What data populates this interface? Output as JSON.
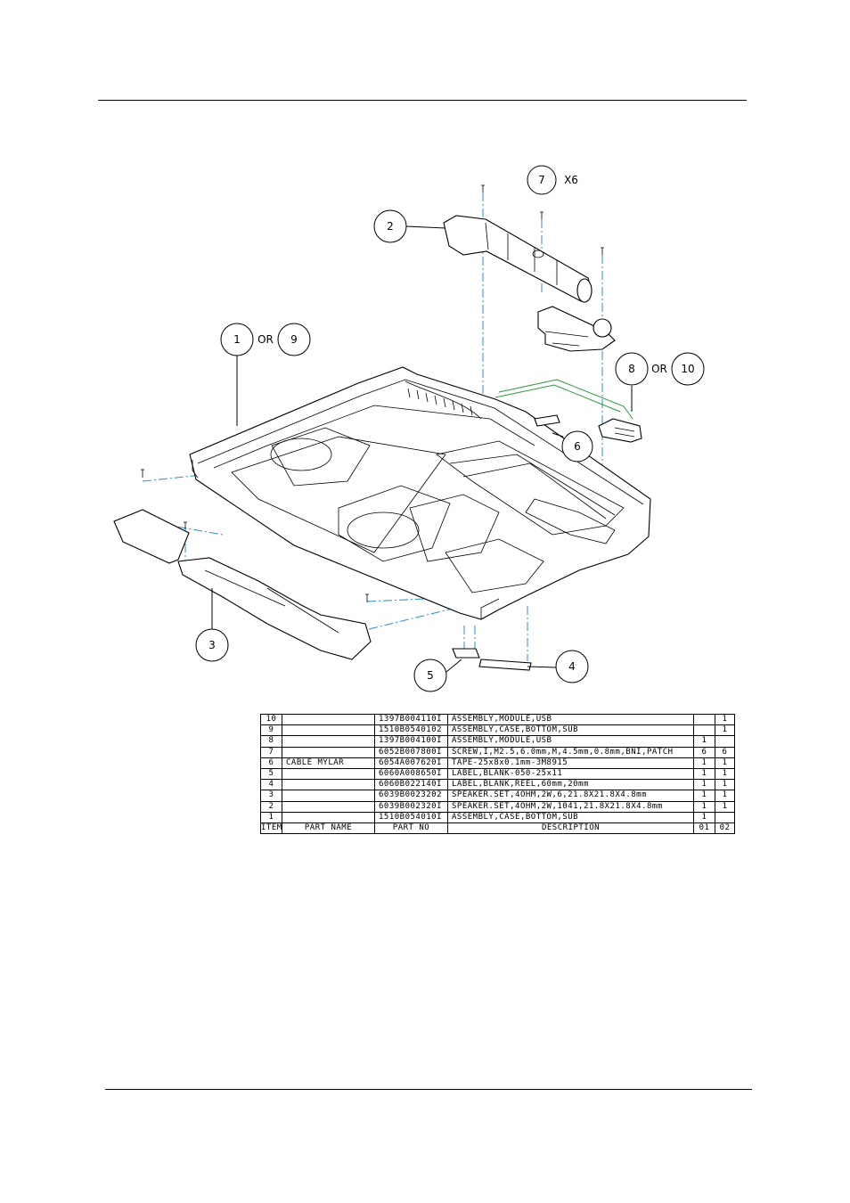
{
  "callouts": {
    "c1": "1",
    "or1": "OR",
    "c9": "9",
    "c2": "2",
    "c3": "3",
    "c4": "4",
    "c5": "5",
    "c6": "6",
    "c7": "7",
    "x6": "X6",
    "c8": "8",
    "or2": "OR",
    "c10": "10"
  },
  "colors": {
    "centerline": "#2a8fd0",
    "cable": "#2c9a3c"
  },
  "bom": {
    "rows": [
      {
        "item": "10",
        "part_name": "",
        "part_no": "1397B004110I",
        "description": "ASSEMBLY,MODULE,USB",
        "q01": "",
        "q02": "1"
      },
      {
        "item": "9",
        "part_name": "",
        "part_no": "1510B0540102",
        "description": "ASSEMBLY,CASE,BOTTOM,SUB",
        "q01": "",
        "q02": "1"
      },
      {
        "item": "8",
        "part_name": "",
        "part_no": "1397B004100I",
        "description": "ASSEMBLY,MODULE,USB",
        "q01": "1",
        "q02": ""
      },
      {
        "item": "7",
        "part_name": "",
        "part_no": "6052B007800I",
        "description": "SCREW,I,M2.5,6.0mm,M,4.5mm,0.8mm,BNI,PATCH",
        "q01": "6",
        "q02": "6"
      },
      {
        "item": "6",
        "part_name": "CABLE MYLAR",
        "part_no": "6054A007620I",
        "description": "TAPE-25x8x0.1mm-3M8915",
        "q01": "1",
        "q02": "1"
      },
      {
        "item": "5",
        "part_name": "",
        "part_no": "6060A008650I",
        "description": "LABEL,BLANK-050-25x11",
        "q01": "1",
        "q02": "1"
      },
      {
        "item": "4",
        "part_name": "",
        "part_no": "6060B022140I",
        "description": "LABEL,BLANK,REEL,60mm,20mm",
        "q01": "1",
        "q02": "1"
      },
      {
        "item": "3",
        "part_name": "",
        "part_no": "6039B0023202",
        "description": "SPEAKER.SET,4OHM,2W,6,21.8X21.8X4.8mm",
        "q01": "1",
        "q02": "1"
      },
      {
        "item": "2",
        "part_name": "",
        "part_no": "6039B002320I",
        "description": "SPEAKER.SET,4OHM,2W,1041,21.8X21.8X4.8mm",
        "q01": "1",
        "q02": "1"
      },
      {
        "item": "1",
        "part_name": "",
        "part_no": "1510B054010I",
        "description": "ASSEMBLY,CASE,BOTTOM,SUB",
        "q01": "1",
        "q02": ""
      }
    ],
    "header": {
      "item": "ITEM",
      "part_name": "PART NAME",
      "part_no": "PART NO",
      "description": "DESCRIPTION",
      "q01": "01",
      "q02": "02"
    }
  }
}
